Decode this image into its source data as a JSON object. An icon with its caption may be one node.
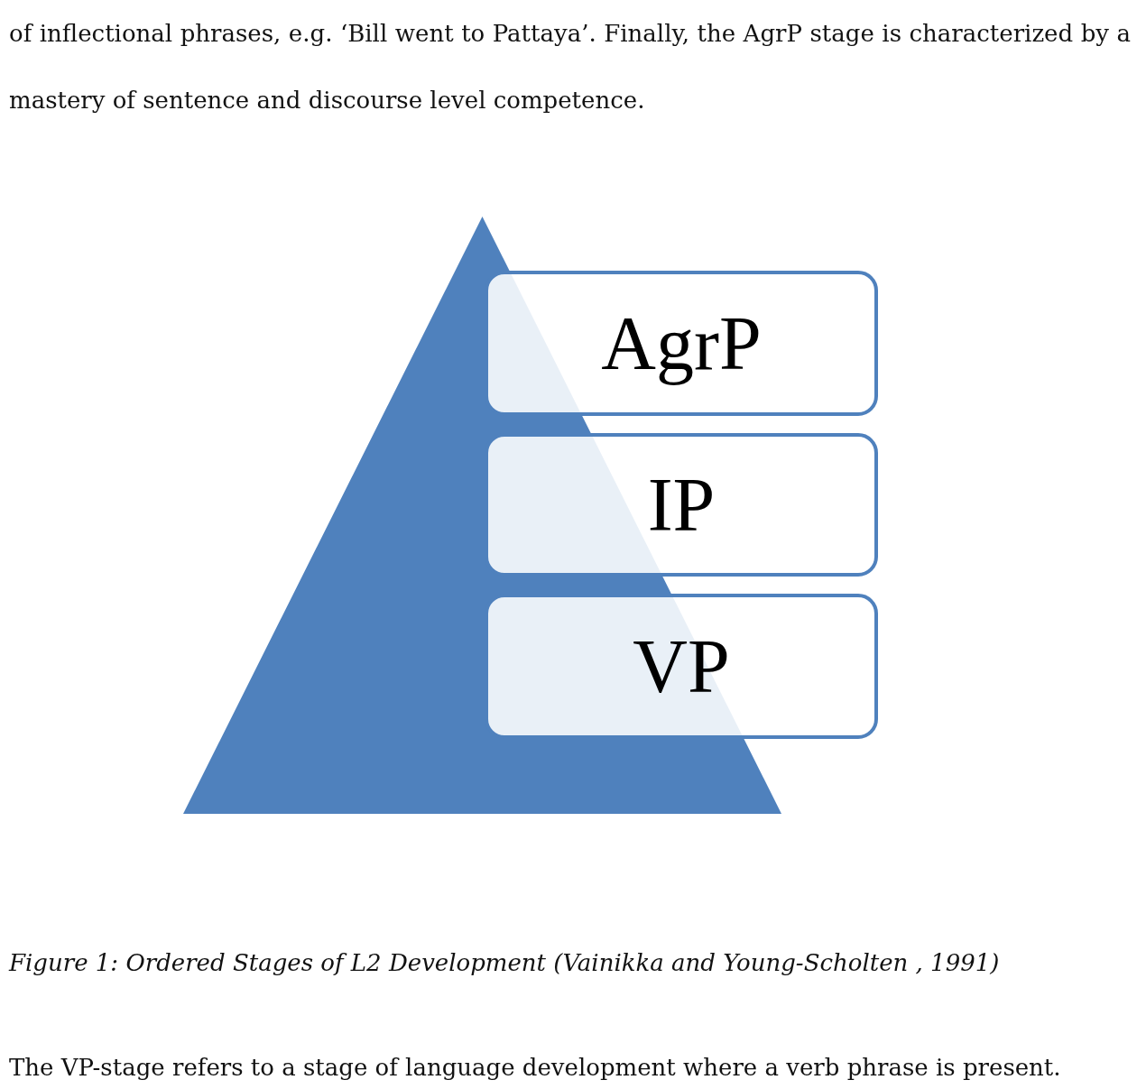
{
  "diagram": {
    "caption": "Figure 1: Ordered Stages of L2 Development (Vainikka and Young-Scholten , 1991)",
    "nodes": [
      {
        "text": [],
        "shape": "triangle"
      },
      {
        "text": [
          "AgrP"
        ]
      },
      {
        "text": [
          "IP"
        ]
      },
      {
        "text": [
          "VP"
        ]
      }
    ],
    "labels": [
      "of inflectional phrases, e.g. ‘Bill went to Pattaya’. Finally, the AgrP stage is characterized by a mastery of sentence and discourse level competence.",
      "The VP-stage refers to a stage of language development where a verb phrase is present."
    ]
  }
}
